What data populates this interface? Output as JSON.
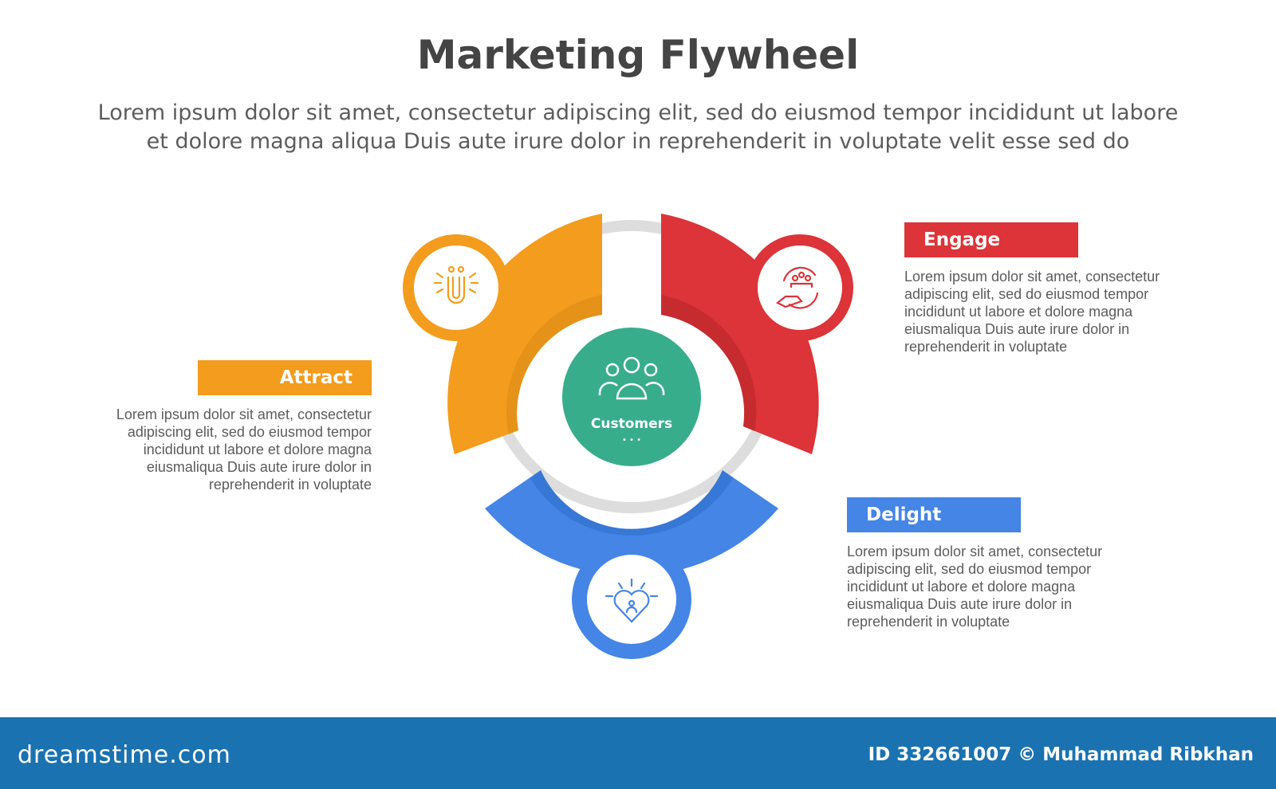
{
  "header": {
    "title": "Marketing Flywheel",
    "subtitle_line1": "Lorem ipsum dolor sit amet, consectetur adipiscing elit, sed do eiusmod tempor incididunt ut labore",
    "subtitle_line2": "et dolore magna aliqua Duis aute irure dolor in reprehenderit in voluptate velit esse sed do"
  },
  "center": {
    "label": "Customers",
    "dots": "• • •",
    "color": "#38ad8c"
  },
  "stages": {
    "attract": {
      "label": "Attract",
      "color": "#f39c1e",
      "desc": [
        "Lorem ipsum dolor sit amet, consectetur",
        "adipiscing elit, sed do eiusmod tempor",
        "incididunt ut labore et dolore magna",
        "eiusmaliqua Duis aute irure dolor in",
        "reprehenderit in voluptate"
      ],
      "icon": "magnet-icon"
    },
    "engage": {
      "label": "Engage",
      "color": "#dc3438",
      "desc": [
        "Lorem ipsum dolor sit amet, consectetur",
        "adipiscing elit, sed do eiusmod tempor",
        "incididunt ut labore et dolore magna",
        "eiusmaliqua Duis aute irure dolor in",
        "reprehenderit in voluptate"
      ],
      "icon": "hand-cycle-icon"
    },
    "delight": {
      "label": "Delight",
      "color": "#4485e6",
      "desc": [
        "Lorem ipsum dolor sit amet, consectetur",
        "adipiscing elit, sed do eiusmod tempor",
        "incididunt ut labore et dolore magna",
        "eiusmaliqua Duis aute irure dolor in",
        "reprehenderit in voluptate"
      ],
      "icon": "heart-person-icon"
    }
  },
  "footer": {
    "brand": "dreamstime.com",
    "credit": "ID 332661007 © Muhammad Ribkhan"
  }
}
